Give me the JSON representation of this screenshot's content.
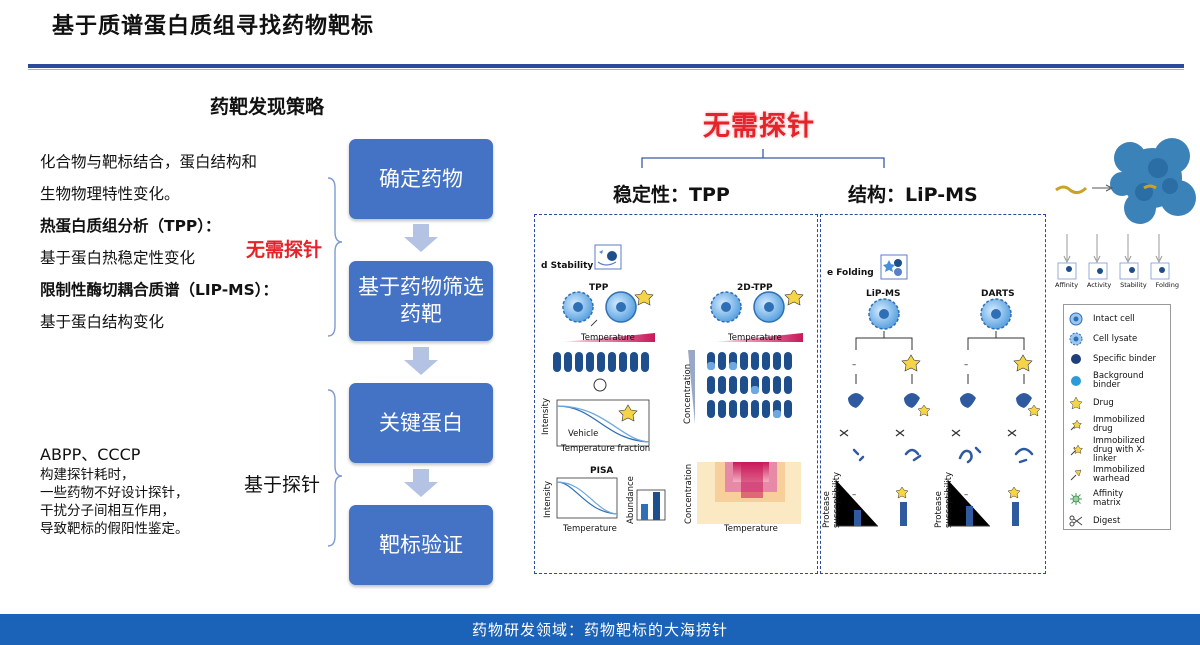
{
  "page": {
    "title": "基于质谱蛋白质组寻找药物靶标",
    "footer": "药物研发领域：药物靶标的大海捞针"
  },
  "left": {
    "heading": "药靶发现策略",
    "lines": [
      "化合物与靶标结合，蛋白结构和",
      "生物物理特性变化。",
      "热蛋白质组分析（TPP）：",
      "基于蛋白热稳定性变化",
      "限制性酶切耦合质谱（LIP-MS）：",
      "基于蛋白结构变化"
    ],
    "label_no_probe": "无需探针",
    "probe_lines": [
      "ABPP、CCCP",
      "构建探针耗时，",
      "一些药物不好设计探针，",
      "干扰分子间相互作用，",
      "导致靶标的假阳性鉴定。"
    ],
    "label_probe": "基于探针"
  },
  "flow": {
    "steps": [
      "确定药物",
      "基于药物筛选药靶",
      "关键蛋白",
      "靶标验证"
    ],
    "color": "#4472c4"
  },
  "right": {
    "header": "无需探针",
    "stability_label": "稳定性：TPP",
    "structure_label": "结构：LiP-MS",
    "panel_d": {
      "title": "d  Stability",
      "tpp": "TPP",
      "tpp2d": "2D-TPP",
      "temperature": "Temperature",
      "intensity": "Intensity",
      "vehicle": "Vehicle",
      "temperature_fraction": "Temperature fraction",
      "concentration": "Concentration",
      "pisa": "PISA",
      "abundance": "Abundance"
    },
    "panel_e": {
      "title": "e  Folding",
      "lipms": "LiP-MS",
      "darts": "DARTS",
      "minus": "–",
      "protease": "Protease",
      "susceptibility": "susceptibility"
    },
    "assays": [
      "Affinity",
      "Activity",
      "Stability",
      "Folding"
    ],
    "legend": [
      "Intact cell",
      "Cell lysate",
      "Specific binder",
      "Background binder",
      "Drug",
      "Immobilized drug",
      "Immobilized drug with X-linker",
      "Immobilized warhead",
      "Affinity matrix",
      "Digest"
    ]
  }
}
